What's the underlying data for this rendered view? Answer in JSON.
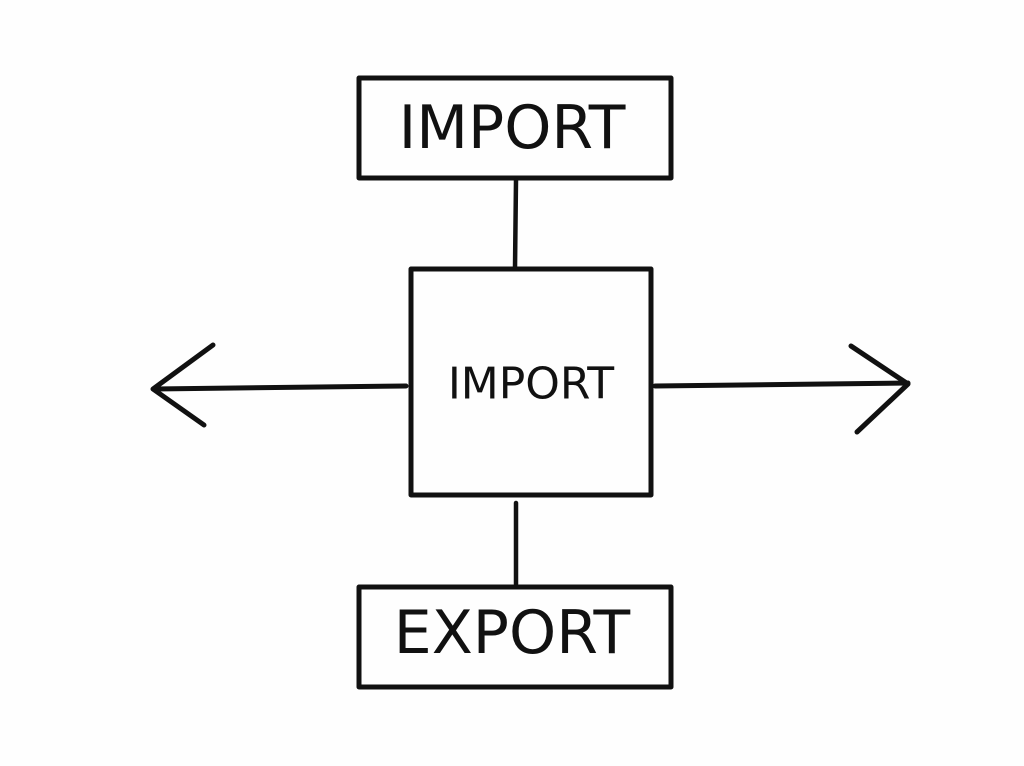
{
  "diagram": {
    "top_box": {
      "label": "IMPORT"
    },
    "center_box": {
      "label": "IMPORT"
    },
    "bottom_box": {
      "label": "EXPORT"
    },
    "colors": {
      "stroke": "#111111",
      "background": "#fefefe"
    }
  }
}
